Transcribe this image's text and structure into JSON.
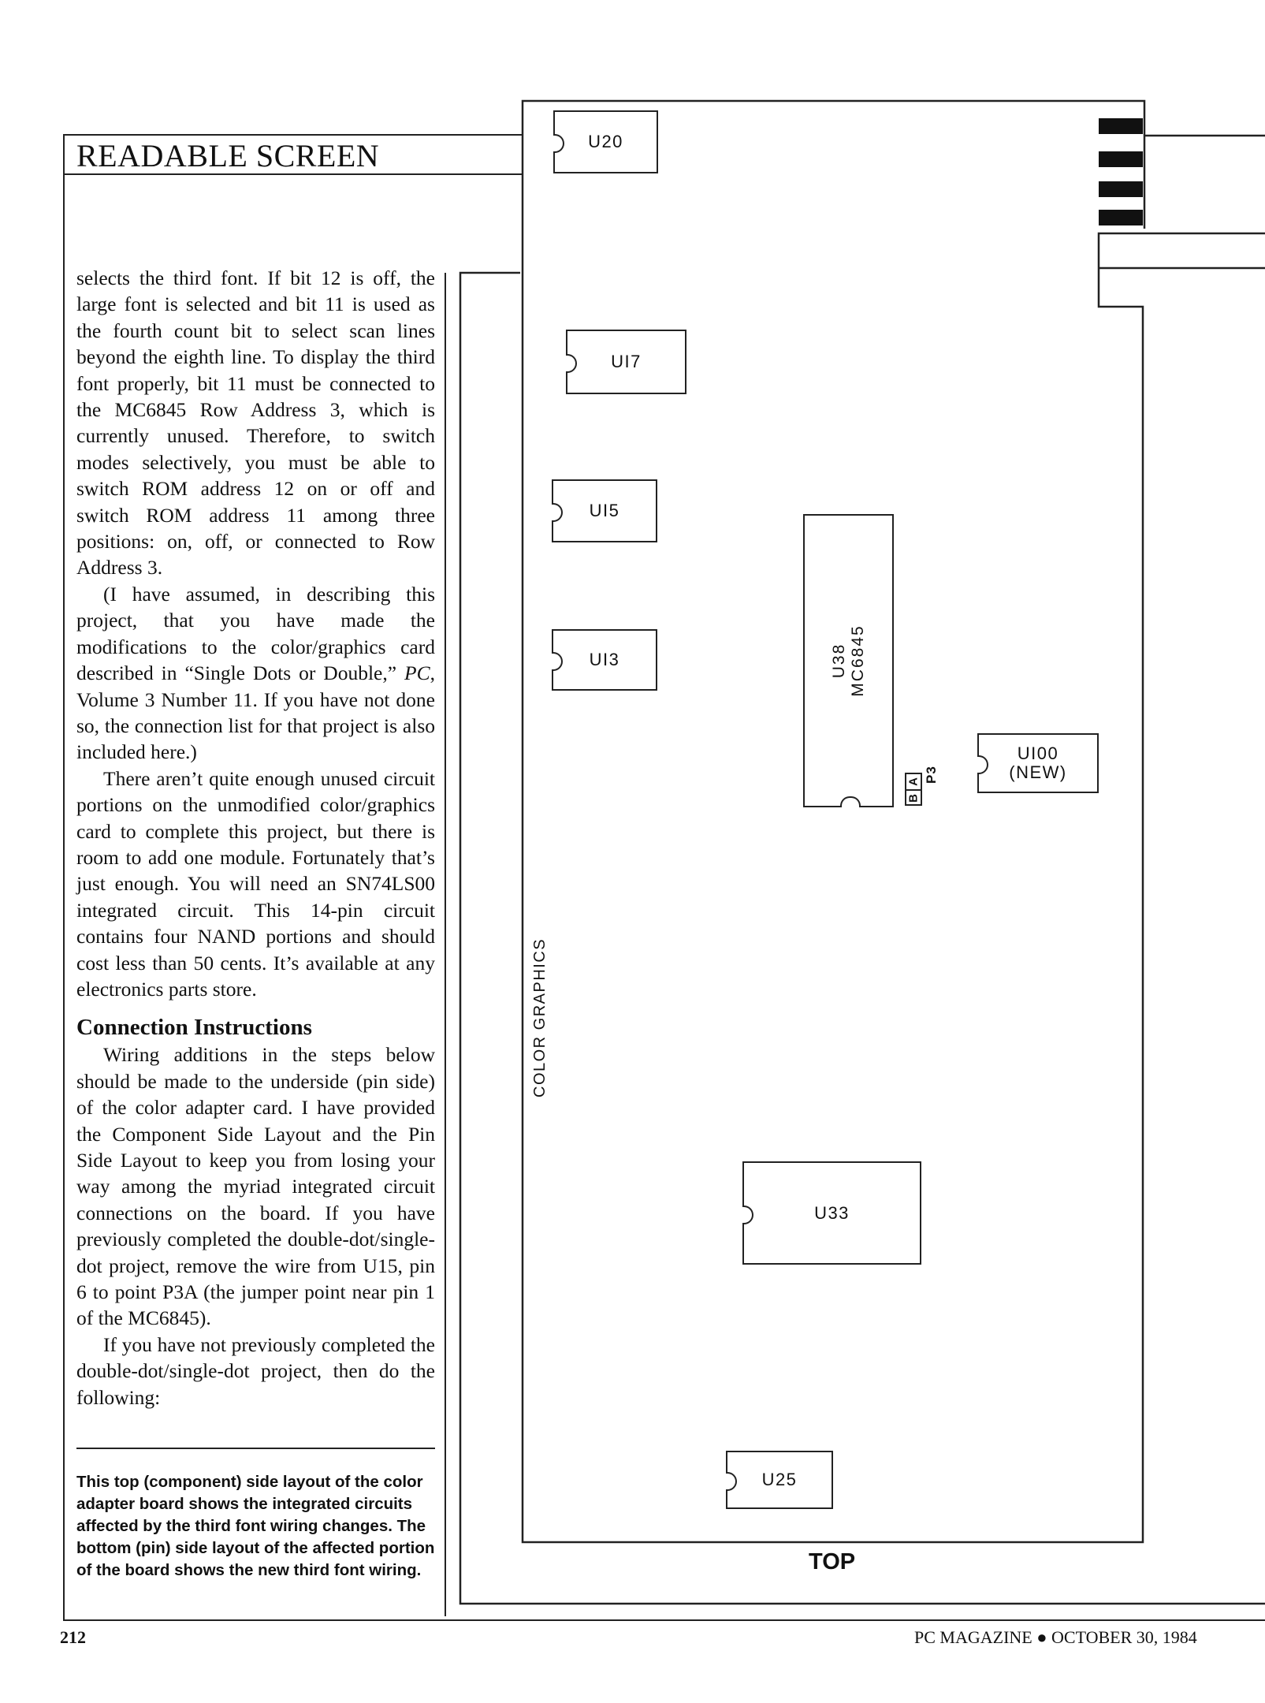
{
  "header": {
    "title": "READABLE SCREEN"
  },
  "body": {
    "p1": "selects the third font. If bit 12 is off, the large font is selected and bit 11 is used as the fourth count bit to select scan lines beyond the eighth line. To display the third font properly, bit 11 must be connected to the MC6845 Row Address 3, which is currently unused. Therefore, to switch modes selectively, you must be able to switch ROM address 12 on or off and switch ROM address 11 among three positions: on, off, or connected to Row Address 3.",
    "p2_a": "(I have assumed, in describing this project, that you have made the modifications to the color/graphics card described in “Single Dots or Double,” ",
    "p2_em": "PC",
    "p2_b": ", Volume 3 Number 11. If you have not done so, the connection list for that project is also included here.)",
    "p3": "There aren’t quite enough unused circuit portions on the unmodified color/graphics card to complete this project, but there is room to add one module. Fortunately that’s just enough. You will need an SN74LS00 integrated circuit. This 14-pin circuit contains four NAND portions and should cost less than 50 cents. It’s available at any electronics parts store.",
    "heading": "Connection Instructions",
    "p4": "Wiring additions in the steps below should be made to the underside (pin side) of the color adapter card. I have provided the Component Side Layout and the Pin Side Layout to keep you from losing your way among the myriad integrated circuit connections on the board. If you have previously completed the double-dot/single-dot project, remove the wire from U15, pin 6 to point P3A (the jumper point near pin 1 of the MC6845).",
    "p5": "If you have not previously completed the double-dot/single-dot project, then do the following:"
  },
  "caption": "This top (component) side layout of the color adapter board shows the integrated circuits affected by the third font wiring changes. The bottom (pin) side layout of the affected portion of the board shows the new third font wiring.",
  "footer": {
    "page_number": "212",
    "publication": "PC MAGAZINE ● OCTOBER 30, 1984"
  },
  "diagram": {
    "chips": {
      "u20": "U20",
      "u17": "UI7",
      "u15": "UI5",
      "u13": "UI3",
      "u100": "UI00\n(NEW)",
      "u33": "U33",
      "u25": "U25"
    },
    "u38_line1": "U38",
    "u38_line2": "MC6845",
    "p3_a": "A",
    "p3_b": "B",
    "p3_label": "P3",
    "board_label": "COLOR GRAPHICS",
    "top_label": "TOP"
  }
}
